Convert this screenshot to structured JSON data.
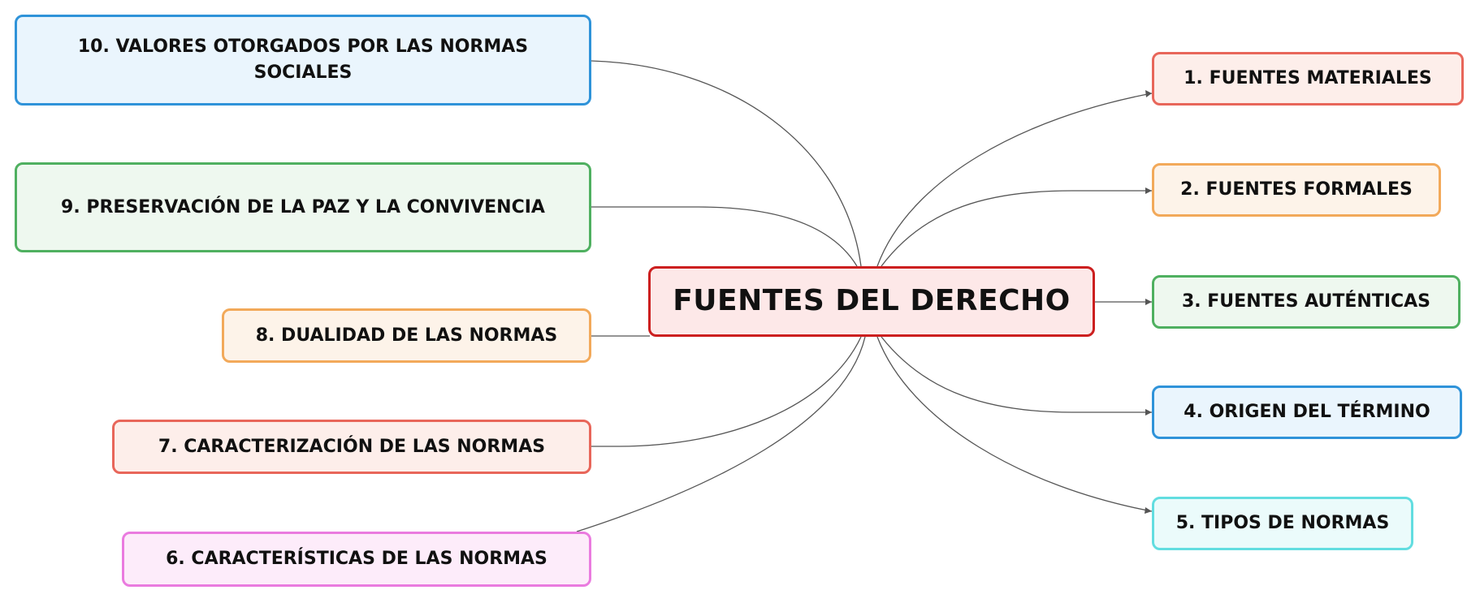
{
  "center": {
    "label": "FUENTES DEL DERECHO"
  },
  "branches": [
    {
      "label": "1. FUENTES MATERIALES"
    },
    {
      "label": "2. FUENTES FORMALES"
    },
    {
      "label": "3. FUENTES AUTÉNTICAS"
    },
    {
      "label": "4. ORIGEN DEL TÉRMINO"
    },
    {
      "label": "5. TIPOS DE NORMAS"
    },
    {
      "label": "6. CARACTERÍSTICAS DE LAS NORMAS"
    },
    {
      "label": "7. CARACTERIZACIÓN DE LAS NORMAS"
    },
    {
      "label": "8. DUALIDAD DE LAS NORMAS"
    },
    {
      "label": "9. PRESERVACIÓN DE LA PAZ Y LA CONVIVENCIA"
    },
    {
      "label": "10. VALORES OTORGADOS POR LAS NORMAS SOCIALES"
    }
  ],
  "colors": {
    "center_border": "#cc1f1f",
    "connector": "#555555"
  }
}
